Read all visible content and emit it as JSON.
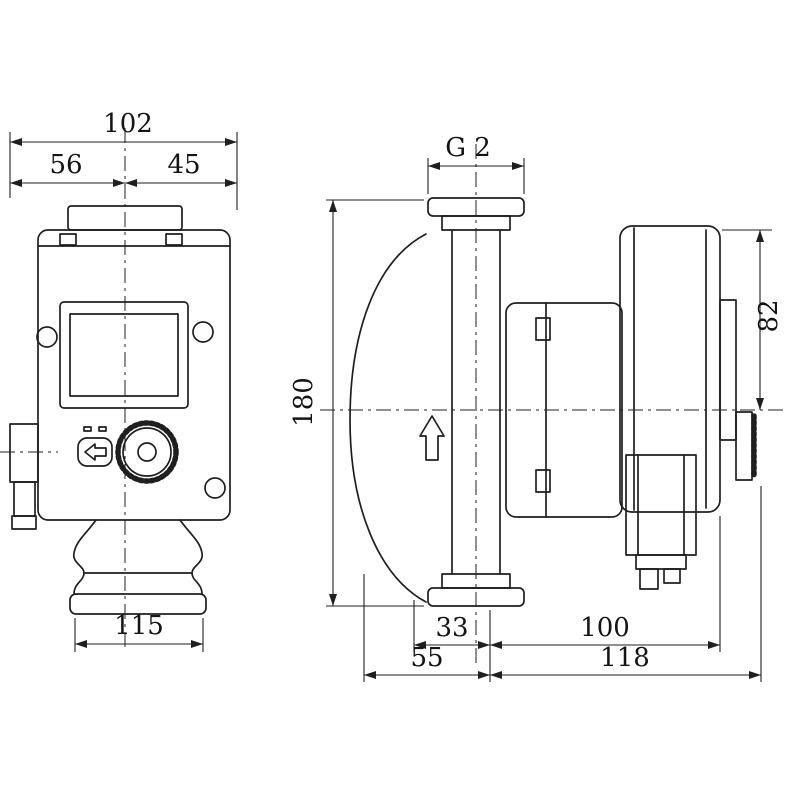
{
  "colors": {
    "line": "#1f1f1f",
    "background": "#ffffff"
  },
  "dimensions": {
    "front": {
      "overall_width": "102",
      "left_of_center": "56",
      "right_of_center": "45",
      "flange_width": "115"
    },
    "side": {
      "port_thread": "G 2",
      "port_to_port_height": "180",
      "motor_top_to_axis": "82",
      "axis_front_inner": "33",
      "axis_front_total": "55",
      "axis_rear_inner": "100",
      "axis_rear_total": "118"
    }
  }
}
